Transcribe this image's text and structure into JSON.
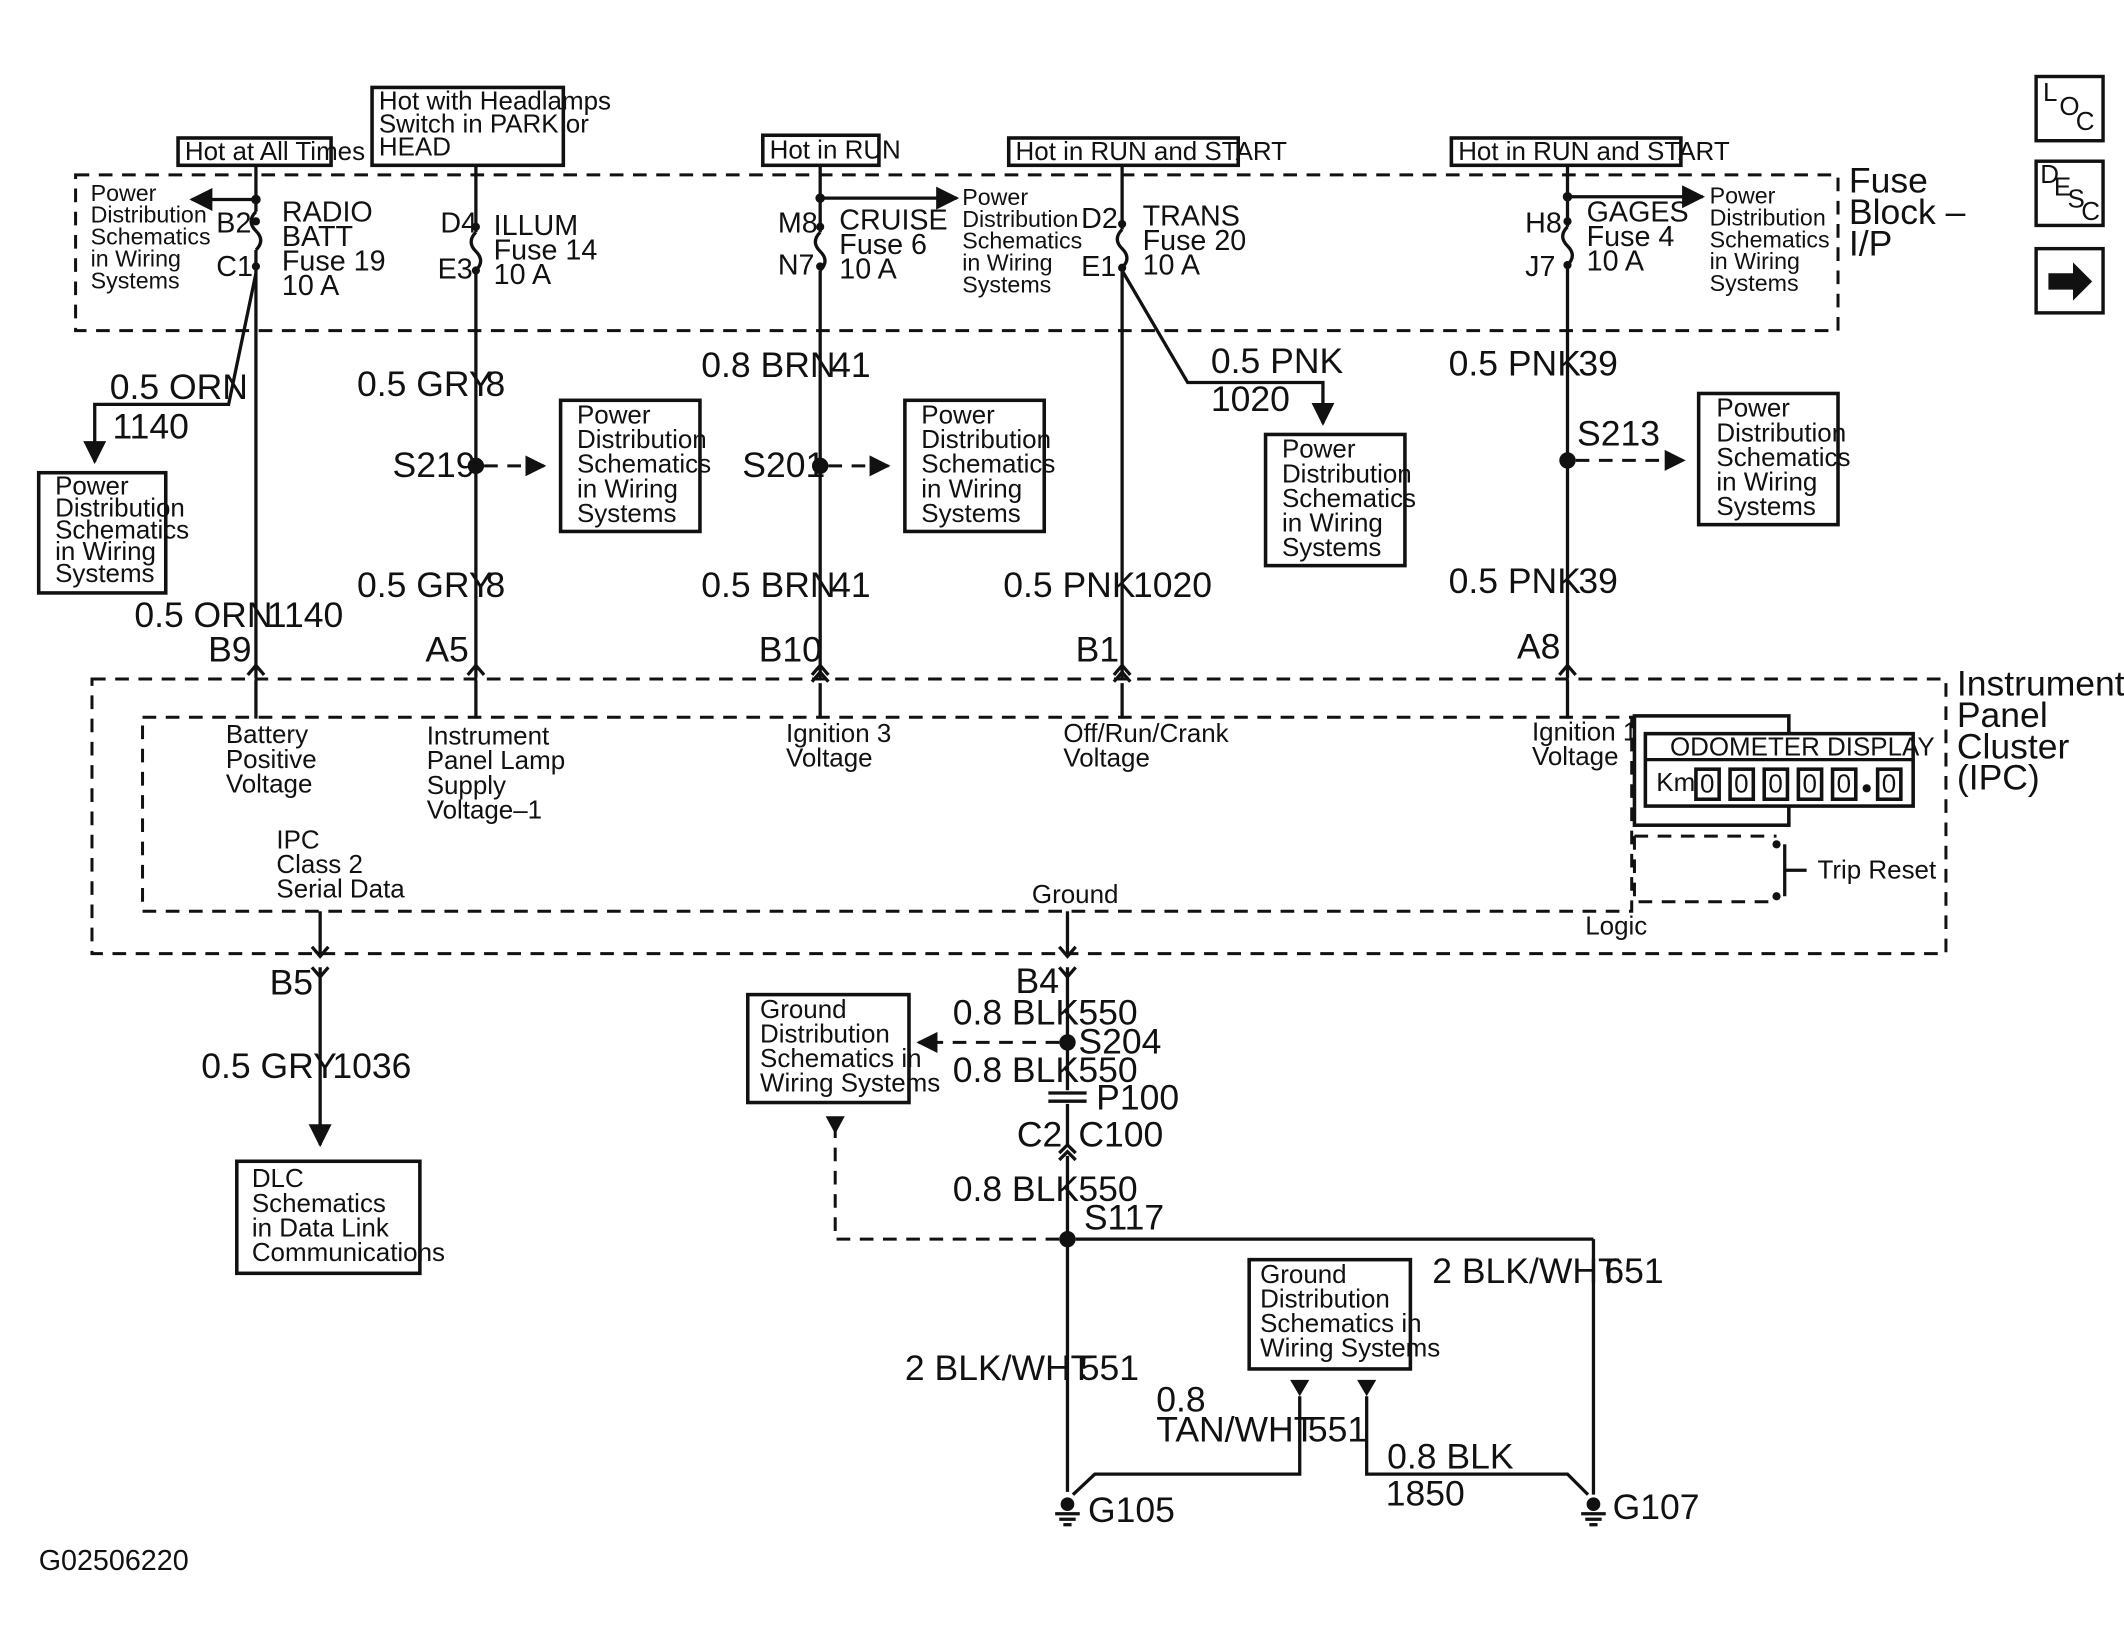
{
  "image_id": "G02506220",
  "hot_labels": {
    "always": "Hot at All Times",
    "headlamps": [
      "Hot with Headlamps",
      "Switch in PARK or",
      "HEAD"
    ],
    "run": "Hot in RUN",
    "run_start_1": "Hot in RUN and START",
    "run_start_2": "Hot in RUN and START"
  },
  "fuse_block_label": [
    "Fuse",
    "Block –",
    "I/P"
  ],
  "fuses": {
    "radio": {
      "in": "B2",
      "out": "C1",
      "name": [
        "RADIO",
        "BATT",
        "Fuse 19",
        "10 A"
      ]
    },
    "illum": {
      "in": "D4",
      "out": "E3",
      "name": [
        "ILLUM",
        "Fuse 14",
        "10 A"
      ]
    },
    "cruise": {
      "in": "M8",
      "out": "N7",
      "name": [
        "CRUISE",
        "Fuse 6",
        "10 A"
      ]
    },
    "trans": {
      "in": "D2",
      "out": "E1",
      "name": [
        "TRANS",
        "Fuse 20",
        "10 A"
      ]
    },
    "gages": {
      "in": "H8",
      "out": "J7",
      "name": [
        "GAGES",
        "Fuse 4",
        "10 A"
      ]
    }
  },
  "power_dist_small": [
    "Power",
    "Distribution",
    "Schematics",
    "in Wiring",
    "Systems"
  ],
  "power_dist_box": [
    "Power",
    "Distribution",
    "Schematics",
    "in Wiring",
    "Systems"
  ],
  "ground_dist": [
    "Ground",
    "Distribution",
    "Schematics in",
    "Wiring Systems"
  ],
  "dlc_box": [
    "DLC",
    "Schematics",
    "in Data Link",
    "Communications"
  ],
  "wires": {
    "orn_color": "0.5 ORN",
    "orn_num": "1140",
    "gry8_color": "0.5 GRY",
    "gry8_num": "8",
    "brn_color_a": "0.8 BRN",
    "brn_color_b": "0.5 BRN",
    "brn_num": "41",
    "pnk1020_color": "0.5 PNK",
    "pnk1020_num": "1020",
    "pnk39_color": "0.5 PNK",
    "pnk39_num": "39",
    "gry1036_color": "0.5 GRY",
    "gry1036_num": "1036",
    "blk550_color": "0.8 BLK",
    "blk550_num": "550",
    "blkwht551_color": "2 BLK/WHT",
    "blkwht551_num": "551",
    "blkwht651_color": "2 BLK/WHT",
    "blkwht651_num": "651",
    "tanwht_color_1": "0.8",
    "tanwht_color_2": "TAN/WHT",
    "tanwht_num": "551",
    "blk1850_color": "0.8 BLK",
    "blk1850_num": "1850"
  },
  "splices": {
    "s219": "S219",
    "s201": "S201",
    "s213": "S213",
    "s204": "S204",
    "s117": "S117",
    "p100": "P100"
  },
  "connectors": {
    "b9": "B9",
    "a5": "A5",
    "b10": "B10",
    "b1": "B1",
    "a8": "A8",
    "b5": "B5",
    "b4": "B4",
    "c2": "C2",
    "c100": "C100"
  },
  "ipc": {
    "label": [
      "Instrument",
      "Panel",
      "Cluster",
      "(IPC)"
    ],
    "inputs": {
      "battery": [
        "Battery",
        "Positive",
        "Voltage"
      ],
      "lamp": [
        "Instrument",
        "Panel Lamp",
        "Supply",
        "Voltage–1"
      ],
      "ign3": [
        "Ignition 3",
        "Voltage"
      ],
      "offrun": [
        "Off/Run/Crank",
        "Voltage"
      ],
      "ign1": [
        "Ignition 1",
        "Voltage"
      ]
    },
    "serial_data": [
      "IPC",
      "Class 2",
      "Serial Data"
    ],
    "ground": "Ground",
    "logic": "Logic",
    "trip_reset": "Trip Reset",
    "odometer_title": "ODOMETER DISPLAY",
    "odometer_unit": "Km",
    "odometer_digits": [
      "0",
      "0",
      "0",
      "0",
      "0",
      "0"
    ]
  },
  "grounds": {
    "g105": "G105",
    "g107": "G107"
  },
  "nav_icons": {
    "loc": [
      "L",
      "O",
      "C"
    ],
    "desc": [
      "D",
      "E",
      "S",
      "C"
    ],
    "next": "right-arrow-icon"
  }
}
